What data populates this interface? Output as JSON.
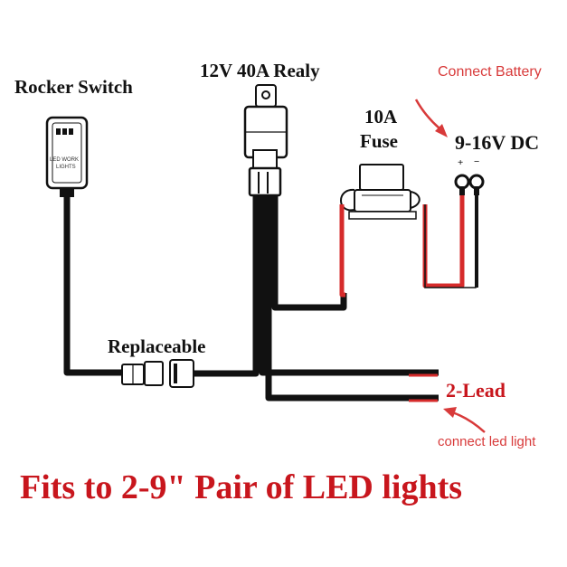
{
  "labels": {
    "rocker_switch": "Rocker Switch",
    "relay": "12V 40A Realy",
    "connect_battery": "Connect Battery",
    "fuse_amp": "10A",
    "fuse_word": "Fuse",
    "voltage": "9-16V DC",
    "plus": "+",
    "minus": "−",
    "replaceable": "Replaceable",
    "two_lead": "2-Lead",
    "connect_led": "connect led light",
    "switch_face_line1": "LED WORK",
    "switch_face_line2": "LIGHTS",
    "footer": "Fits to 2-9\" Pair of LED lights"
  },
  "colors": {
    "wire_black": "#111111",
    "wire_red": "#d62b2b",
    "annotation_red": "#d83a3a",
    "footer_red": "#c8161d",
    "text": "#111111"
  }
}
